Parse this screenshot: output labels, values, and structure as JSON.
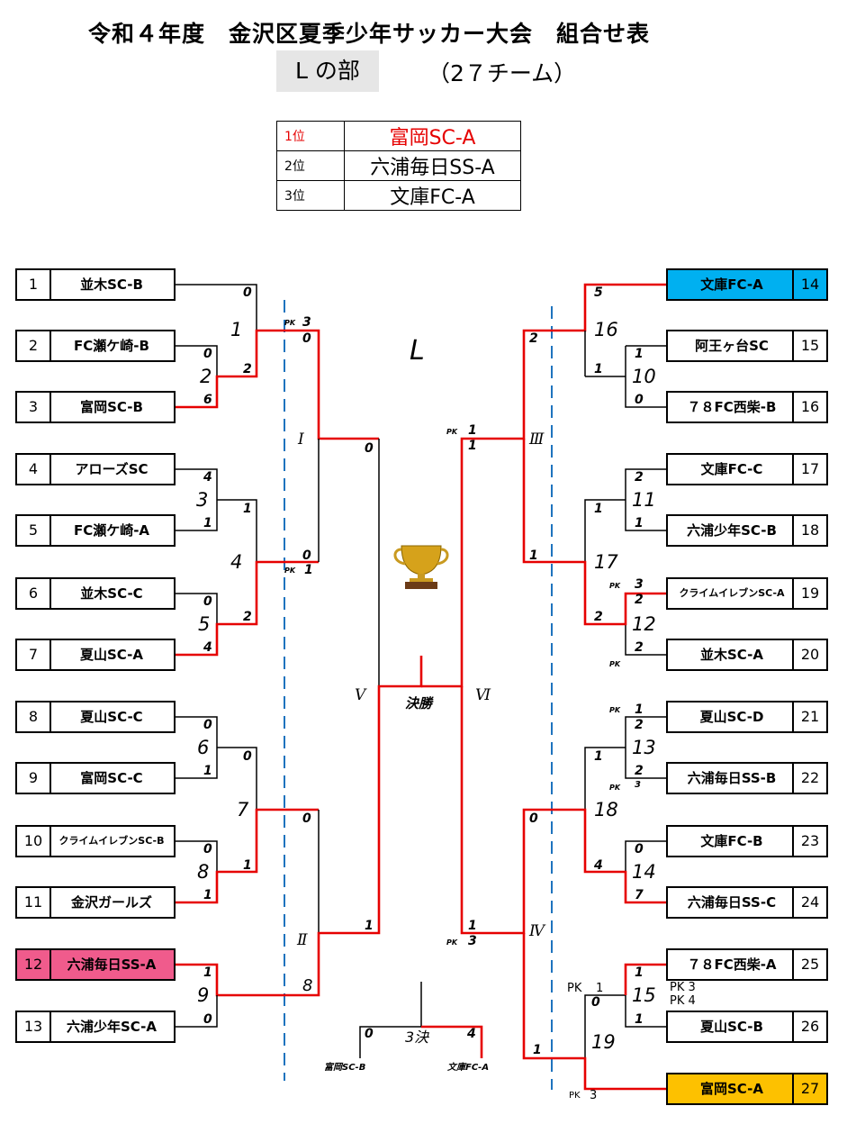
{
  "header": {
    "title": "令和４年度　金沢区夏季少年サッカー大会　組合せ表",
    "division": "L の部",
    "team_count": "（2７チーム）",
    "bracket_label": "L"
  },
  "results": [
    {
      "rank": "1位",
      "team": "富岡SC-A"
    },
    {
      "rank": "2位",
      "team": "六浦毎日SS-A"
    },
    {
      "rank": "3位",
      "team": "文庫FC-A"
    }
  ],
  "colors": {
    "winner_line": "#e60000",
    "champion_box": "#fdc100",
    "runner_up_box": "#f05b8c",
    "third_box": "#00b0f0",
    "divider": "#1e73be"
  },
  "icons": {
    "trophy": "trophy-icon"
  },
  "teams_left": [
    {
      "num": "1",
      "name": "並木SC-B"
    },
    {
      "num": "2",
      "name": "FC瀬ケ崎-B"
    },
    {
      "num": "3",
      "name": "富岡SC-B"
    },
    {
      "num": "4",
      "name": "アローズSC"
    },
    {
      "num": "5",
      "name": "FC瀬ケ崎-A"
    },
    {
      "num": "6",
      "name": "並木SC-C"
    },
    {
      "num": "7",
      "name": "夏山SC-A"
    },
    {
      "num": "8",
      "name": "夏山SC-C"
    },
    {
      "num": "9",
      "name": "富岡SC-C"
    },
    {
      "num": "10",
      "name": "クライムイレブンSC-B"
    },
    {
      "num": "11",
      "name": "金沢ガールズ"
    },
    {
      "num": "12",
      "name": "六浦毎日SS-A"
    },
    {
      "num": "13",
      "name": "六浦少年SC-A"
    }
  ],
  "teams_right": [
    {
      "num": "14",
      "name": "文庫FC-A"
    },
    {
      "num": "15",
      "name": "阿王ヶ台SC"
    },
    {
      "num": "16",
      "name": "７８FC西柴-B"
    },
    {
      "num": "17",
      "name": "文庫FC-C"
    },
    {
      "num": "18",
      "name": "六浦少年SC-B"
    },
    {
      "num": "19",
      "name": "クライムイレブンSC-A"
    },
    {
      "num": "20",
      "name": "並木SC-A"
    },
    {
      "num": "21",
      "name": "夏山SC-D"
    },
    {
      "num": "22",
      "name": "六浦毎日SS-B"
    },
    {
      "num": "23",
      "name": "文庫FC-B"
    },
    {
      "num": "24",
      "name": "六浦毎日SS-C"
    },
    {
      "num": "25",
      "name": "７８FC西柴-A"
    },
    {
      "num": "26",
      "name": "夏山SC-B"
    },
    {
      "num": "27",
      "name": "富岡SC-A"
    }
  ],
  "match_numbers": [
    "1",
    "2",
    "3",
    "4",
    "5",
    "6",
    "7",
    "8",
    "9",
    "10",
    "11",
    "12",
    "13",
    "14",
    "15",
    "16",
    "17",
    "18",
    "19"
  ],
  "round_labels": [
    "Ⅰ",
    "Ⅱ",
    "Ⅲ",
    "Ⅳ",
    "Ⅴ",
    "Ⅵ"
  ],
  "final_label": "決勝",
  "third_place": {
    "label": "3決",
    "team_a": "富岡SC-B",
    "score_a": "0",
    "team_b": "文庫FC-A",
    "score_b": "4"
  },
  "pk_label": "PK",
  "scores": {
    "m7_t1": "0",
    "m7_w1": "2",
    "m1_a": "0",
    "m1_b": "6",
    "r1_top": "0",
    "r1_pk": "3",
    "m2_a": "4",
    "m2_b": "1",
    "m8_w2": "1",
    "m8_b": "2",
    "m3_a": "0",
    "m3_b": "4",
    "r1_bot": "0",
    "r1_bot_pk": "1",
    "roundI_out": "0",
    "m4_a": "0",
    "m4_b": "1",
    "m9_a": "0",
    "m9_b": "1",
    "m5_a": "0",
    "m5_b": "1",
    "r2_top": "0",
    "m6_a": "1",
    "m6_b": "0",
    "r2_bot": "8",
    "roundII_out": "1",
    "m16_a": "5",
    "m16_b": "1",
    "m10_a": "1",
    "m10_b": "0",
    "r3_top": "2",
    "r3_out_pk": "1",
    "r3_out": "1",
    "m11_a": "2",
    "m11_b": "1",
    "m17_a": "1",
    "m17_b": "2",
    "m12_pk_a": "3",
    "m12_a": "2",
    "m12_b": "2",
    "r3_bot": "1",
    "m13_pk_a": "1",
    "m13_a": "2",
    "m13_b": "2",
    "m13_pk_b": "3",
    "m18_a": "1",
    "m18_b": "4",
    "m14_a": "0",
    "m14_b": "7",
    "r4_top": "0",
    "r4_out": "1",
    "r4_out_pk": "3",
    "m15_a": "1",
    "m15_b": "1",
    "m15_pk_a": "PK 3",
    "m15_pk_b": "PK 4",
    "m19_pk_a": "1",
    "m19_a": "0",
    "m19_b": "3",
    "r4_bot": "1"
  }
}
